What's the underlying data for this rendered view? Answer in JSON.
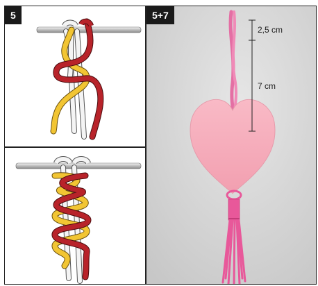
{
  "steps": {
    "knot_step": "5",
    "finish_step": "5+7"
  },
  "measurements": {
    "cord_top": "2,5 cm",
    "cord_main": "7 cm"
  },
  "colors": {
    "cord_red": "#b8232a",
    "cord_yellow": "#f2c533",
    "cord_white": "#f4f4f4",
    "heart_pink": "#f7aab9",
    "tassel_pink": "#e8589a",
    "photo_background": "#dcdcdc",
    "badge_background": "#1a1a1a"
  }
}
